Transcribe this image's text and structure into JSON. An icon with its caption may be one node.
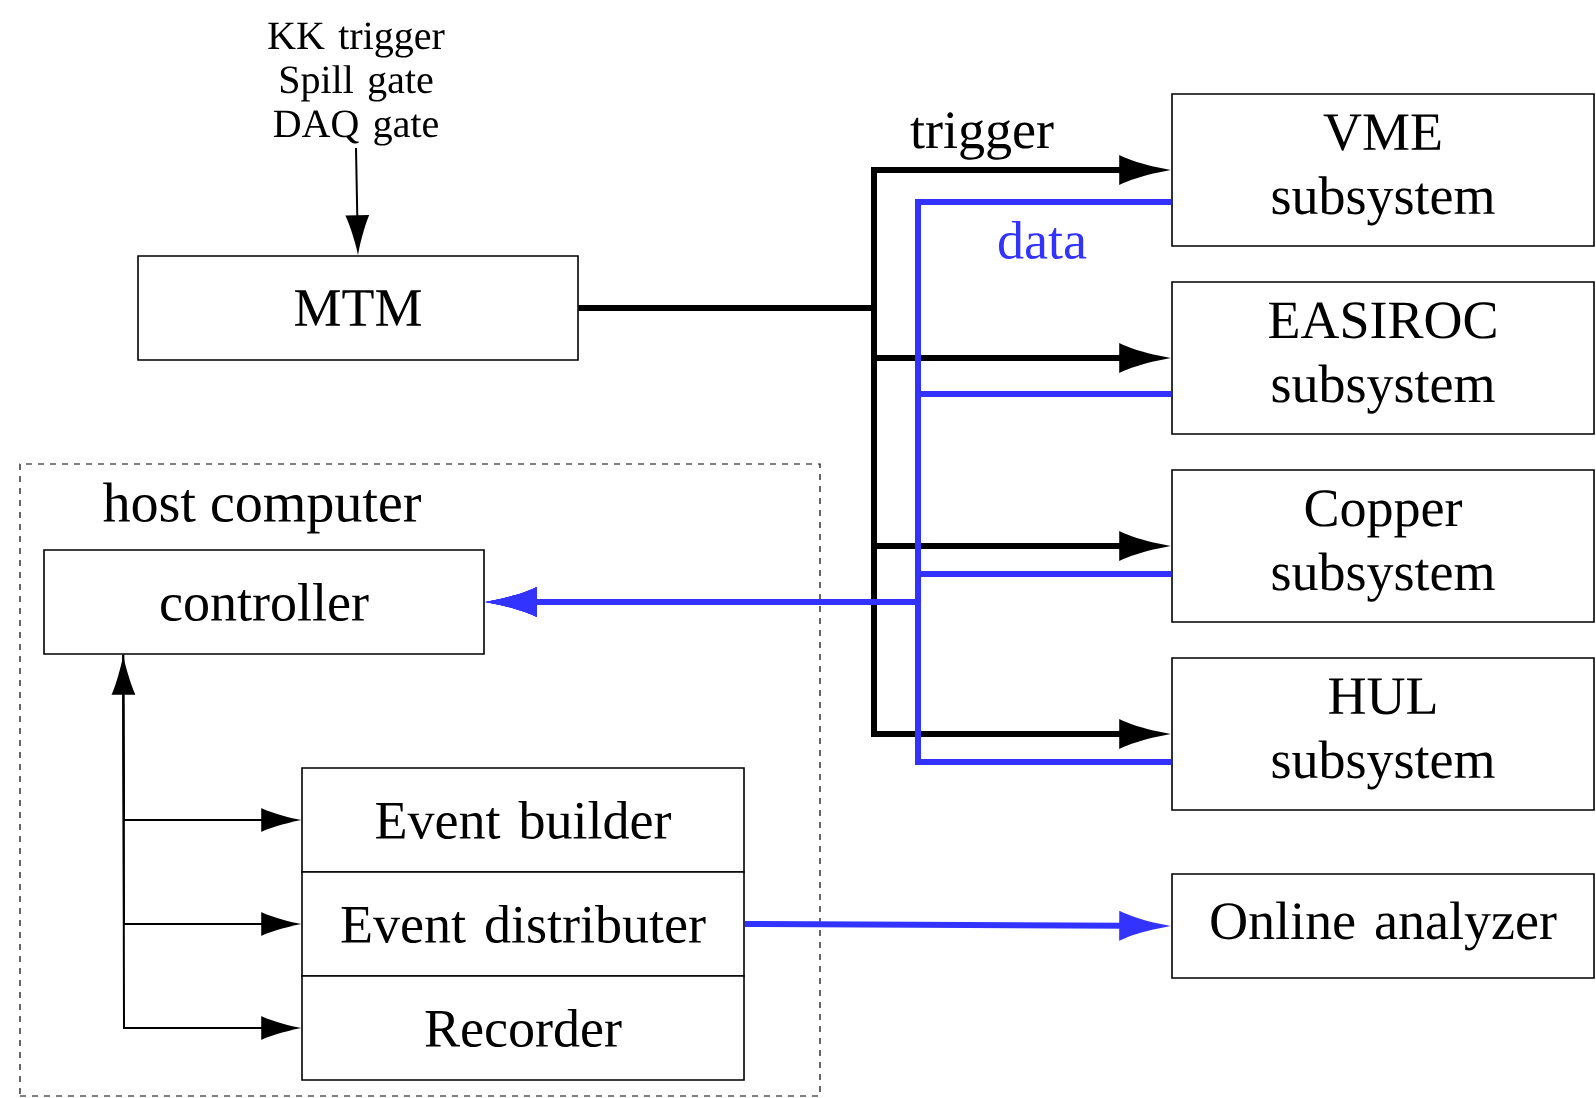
{
  "diagram": {
    "nodes": [
      {
        "text": [
          "KK trigger Spill gate DAQ gate"
        ]
      },
      {
        "text": [
          "MTM"
        ]
      },
      {
        "text": [
          "VME subsystem"
        ]
      },
      {
        "text": [
          "EASIROC subsystem"
        ]
      },
      {
        "text": [
          "Copper subsystem"
        ]
      },
      {
        "text": [
          "HUL subsystem"
        ]
      },
      {
        "text": [
          "host computer"
        ]
      },
      {
        "text": [
          "controller"
        ],
        "in": 6
      },
      {
        "text": [
          "Event builder"
        ],
        "in": 6
      },
      {
        "text": [
          "Event distributer"
        ],
        "in": 6
      },
      {
        "text": [
          "Recorder"
        ],
        "in": 6
      },
      {
        "text": [
          "Online analyzer"
        ]
      }
    ],
    "edges": [
      {
        "from": 0,
        "to": 1,
        "arrow": "to"
      },
      {
        "from": 1,
        "to": 2,
        "arrow": "to",
        "label": "trigger"
      },
      {
        "from": 1,
        "to": 3,
        "arrow": "to"
      },
      {
        "from": 1,
        "to": 4,
        "arrow": "to"
      },
      {
        "from": 1,
        "to": 5,
        "arrow": "to"
      },
      {
        "from": 2,
        "to": 7,
        "arrow": "to",
        "color": "#3333ff",
        "label": "data"
      },
      {
        "from": 3,
        "to": 7,
        "arrow": "to",
        "color": "#3333ff"
      },
      {
        "from": 4,
        "to": 7,
        "arrow": "to",
        "color": "#3333ff"
      },
      {
        "from": 5,
        "to": 7,
        "arrow": "to",
        "color": "#3333ff"
      },
      {
        "from": 7,
        "to": 8,
        "arrow": "both"
      },
      {
        "from": 7,
        "to": 9,
        "arrow": "to"
      },
      {
        "from": 7,
        "to": 10,
        "arrow": "to"
      },
      {
        "from": 9,
        "to": 11,
        "arrow": "to",
        "color": "#3333ff"
      }
    ]
  }
}
